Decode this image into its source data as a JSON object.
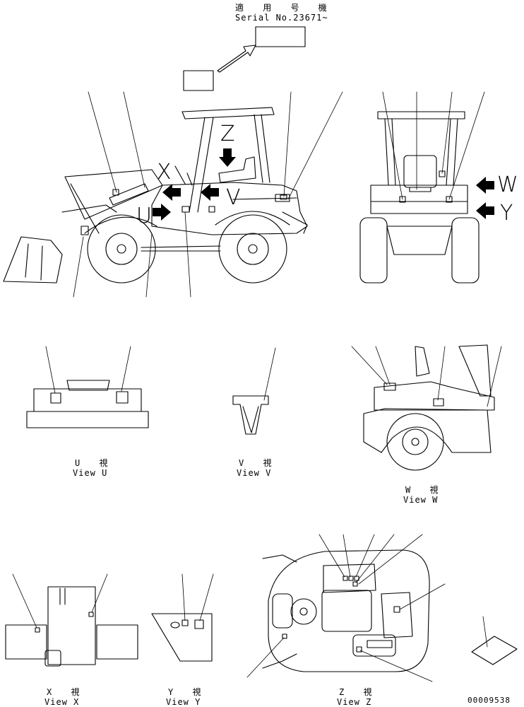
{
  "header": {
    "applicable_jp": "適 用 号 機",
    "serial": "Serial No.23671~"
  },
  "arrows": {
    "w": "W",
    "y": "Y",
    "x": "X",
    "u": "U",
    "z": "Z",
    "v": "V"
  },
  "views": {
    "u": {
      "jp": "U 視",
      "en": "View U"
    },
    "v": {
      "jp": "V 視",
      "en": "View V"
    },
    "w": {
      "jp": "W 視",
      "en": "View W"
    },
    "x": {
      "jp": "X 視",
      "en": "View X"
    },
    "y": {
      "jp": "Y 視",
      "en": "View Y"
    },
    "z": {
      "jp": "Z 視",
      "en": "View Z"
    }
  },
  "doc_number": "00009538",
  "colors": {
    "line": "#000000",
    "background": "#ffffff"
  }
}
